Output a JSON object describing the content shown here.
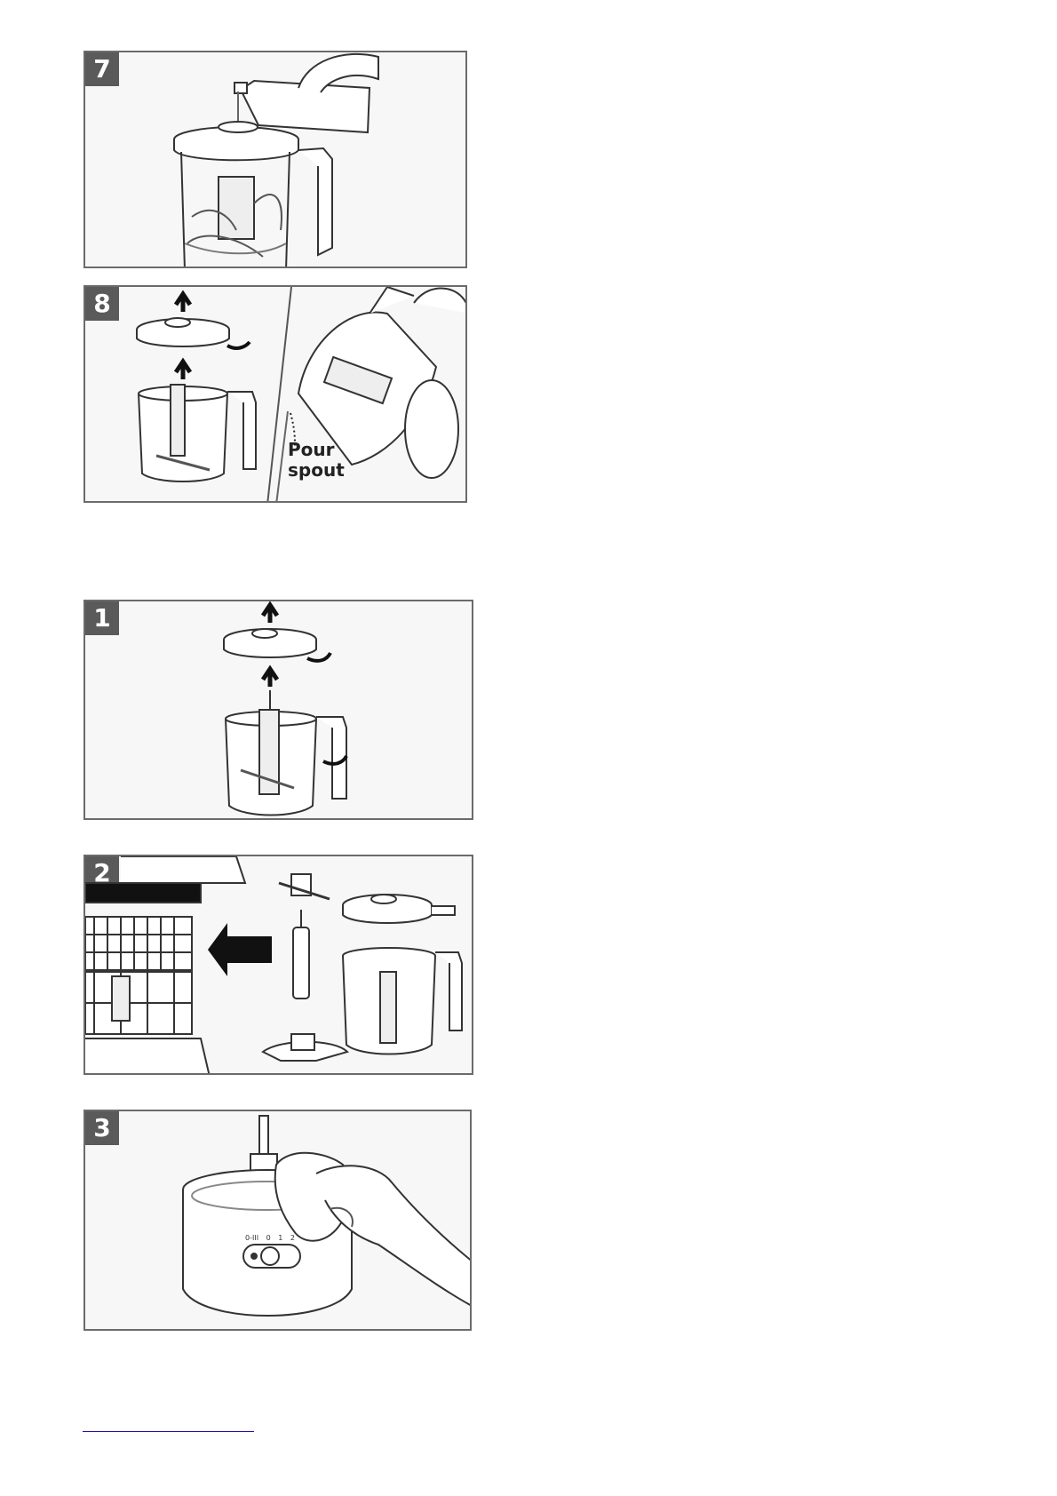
{
  "panels": [
    {
      "step": "7"
    },
    {
      "step": "8",
      "label_line1": "Pour",
      "label_line2": "spout"
    },
    {
      "step": "1"
    },
    {
      "step": "2"
    },
    {
      "step": "3"
    }
  ],
  "control_dial": {
    "labels": [
      "0-III",
      "0",
      "1",
      "2"
    ]
  }
}
